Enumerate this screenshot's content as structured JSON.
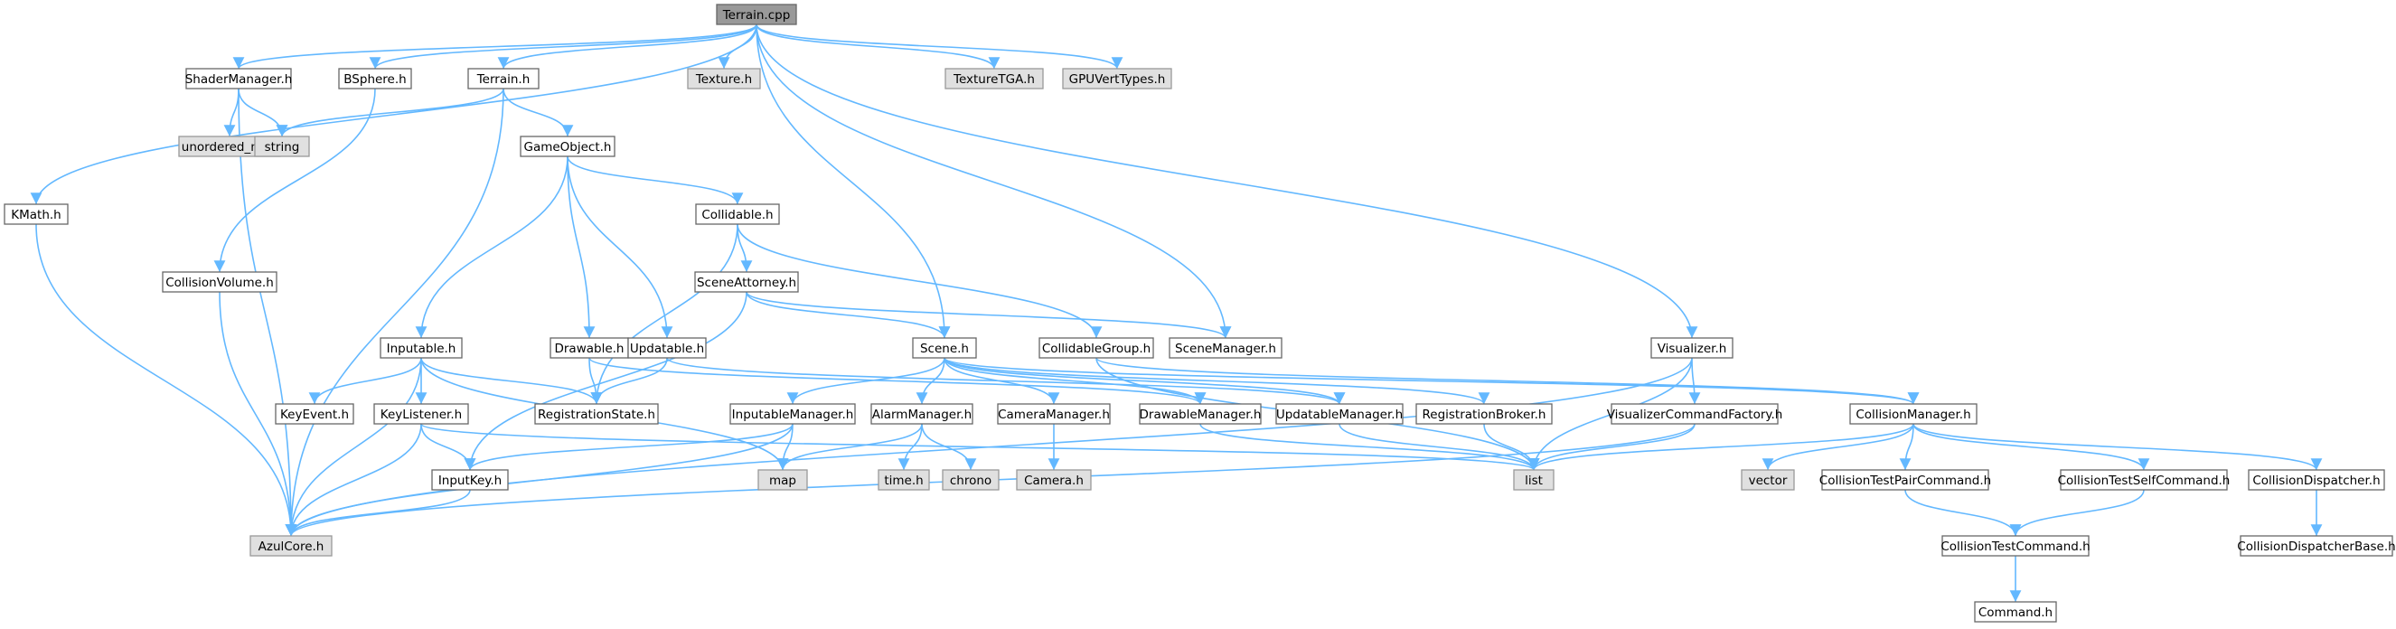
{
  "graph": {
    "nodes": [
      {
        "id": "terrain_cpp",
        "label": "Terrain.cpp",
        "kind": "root"
      },
      {
        "id": "shadermanager_h",
        "label": "ShaderManager.h",
        "kind": "local"
      },
      {
        "id": "bsphere_h",
        "label": "BSphere.h",
        "kind": "local"
      },
      {
        "id": "terrain_h",
        "label": "Terrain.h",
        "kind": "local"
      },
      {
        "id": "texture_h",
        "label": "Texture.h",
        "kind": "system"
      },
      {
        "id": "texturetga_h",
        "label": "TextureTGA.h",
        "kind": "system"
      },
      {
        "id": "gpuverttypes_h",
        "label": "GPUVertTypes.h",
        "kind": "system"
      },
      {
        "id": "unordered_map",
        "label": "unordered_map",
        "kind": "system"
      },
      {
        "id": "string",
        "label": "string",
        "kind": "system"
      },
      {
        "id": "gameobject_h",
        "label": "GameObject.h",
        "kind": "local"
      },
      {
        "id": "kmath_h",
        "label": "KMath.h",
        "kind": "local"
      },
      {
        "id": "collidable_h",
        "label": "Collidable.h",
        "kind": "local"
      },
      {
        "id": "collisionvolume_h",
        "label": "CollisionVolume.h",
        "kind": "local"
      },
      {
        "id": "sceneattorney_h",
        "label": "SceneAttorney.h",
        "kind": "local"
      },
      {
        "id": "inputable_h",
        "label": "Inputable.h",
        "kind": "local"
      },
      {
        "id": "drawable_h",
        "label": "Drawable.h",
        "kind": "local"
      },
      {
        "id": "updatable_h",
        "label": "Updatable.h",
        "kind": "local"
      },
      {
        "id": "scene_h",
        "label": "Scene.h",
        "kind": "local"
      },
      {
        "id": "collidablegroup_h",
        "label": "CollidableGroup.h",
        "kind": "local"
      },
      {
        "id": "scenemanager_h",
        "label": "SceneManager.h",
        "kind": "local"
      },
      {
        "id": "visualizer_h",
        "label": "Visualizer.h",
        "kind": "local"
      },
      {
        "id": "keyevent_h",
        "label": "KeyEvent.h",
        "kind": "local"
      },
      {
        "id": "keylistener_h",
        "label": "KeyListener.h",
        "kind": "local"
      },
      {
        "id": "registrationstate_h",
        "label": "RegistrationState.h",
        "kind": "local"
      },
      {
        "id": "inputablemanager_h",
        "label": "InputableManager.h",
        "kind": "local"
      },
      {
        "id": "alarmmanager_h",
        "label": "AlarmManager.h",
        "kind": "local"
      },
      {
        "id": "cameramanager_h",
        "label": "CameraManager.h",
        "kind": "local"
      },
      {
        "id": "drawablemanager_h",
        "label": "DrawableManager.h",
        "kind": "local"
      },
      {
        "id": "updatablemanager_h",
        "label": "UpdatableManager.h",
        "kind": "local"
      },
      {
        "id": "registrationbroker_h",
        "label": "RegistrationBroker.h",
        "kind": "local"
      },
      {
        "id": "visualizercommandfactory_h",
        "label": "VisualizerCommandFactory.h",
        "kind": "local"
      },
      {
        "id": "collisionmanager_h",
        "label": "CollisionManager.h",
        "kind": "local"
      },
      {
        "id": "inputkey_h",
        "label": "InputKey.h",
        "kind": "local"
      },
      {
        "id": "map",
        "label": "map",
        "kind": "system"
      },
      {
        "id": "time_h",
        "label": "time.h",
        "kind": "system"
      },
      {
        "id": "chrono",
        "label": "chrono",
        "kind": "system"
      },
      {
        "id": "camera_h",
        "label": "Camera.h",
        "kind": "system"
      },
      {
        "id": "list",
        "label": "list",
        "kind": "system"
      },
      {
        "id": "vector",
        "label": "vector",
        "kind": "system"
      },
      {
        "id": "collisiontestpaircommand_h",
        "label": "CollisionTestPairCommand.h",
        "kind": "local"
      },
      {
        "id": "collisiontestselfcommand_h",
        "label": "CollisionTestSelfCommand.h",
        "kind": "local"
      },
      {
        "id": "collisiondispatcher_h",
        "label": "CollisionDispatcher.h",
        "kind": "local"
      },
      {
        "id": "azulcore_h",
        "label": "AzulCore.h",
        "kind": "system"
      },
      {
        "id": "collisiontestcommand_h",
        "label": "CollisionTestCommand.h",
        "kind": "local"
      },
      {
        "id": "collisiondispatcherbase_h",
        "label": "CollisionDispatcherBase.h",
        "kind": "local"
      },
      {
        "id": "command_h",
        "label": "Command.h",
        "kind": "local"
      }
    ],
    "edges": [
      [
        "terrain_cpp",
        "shadermanager_h"
      ],
      [
        "terrain_cpp",
        "bsphere_h"
      ],
      [
        "terrain_cpp",
        "terrain_h"
      ],
      [
        "terrain_cpp",
        "texture_h"
      ],
      [
        "terrain_cpp",
        "texturetga_h"
      ],
      [
        "terrain_cpp",
        "gpuverttypes_h"
      ],
      [
        "terrain_cpp",
        "kmath_h"
      ],
      [
        "terrain_cpp",
        "scene_h"
      ],
      [
        "terrain_cpp",
        "scenemanager_h"
      ],
      [
        "terrain_cpp",
        "visualizer_h"
      ],
      [
        "shadermanager_h",
        "unordered_map"
      ],
      [
        "shadermanager_h",
        "string"
      ],
      [
        "shadermanager_h",
        "azulcore_h"
      ],
      [
        "bsphere_h",
        "collisionvolume_h"
      ],
      [
        "terrain_h",
        "string"
      ],
      [
        "terrain_h",
        "gameobject_h"
      ],
      [
        "terrain_h",
        "azulcore_h"
      ],
      [
        "kmath_h",
        "azulcore_h"
      ],
      [
        "collisionvolume_h",
        "azulcore_h"
      ],
      [
        "gameobject_h",
        "collidable_h"
      ],
      [
        "gameobject_h",
        "inputable_h"
      ],
      [
        "gameobject_h",
        "drawable_h"
      ],
      [
        "gameobject_h",
        "updatable_h"
      ],
      [
        "collidable_h",
        "sceneattorney_h"
      ],
      [
        "collidable_h",
        "collidablegroup_h"
      ],
      [
        "collidable_h",
        "registrationstate_h"
      ],
      [
        "sceneattorney_h",
        "scene_h"
      ],
      [
        "sceneattorney_h",
        "scenemanager_h"
      ],
      [
        "sceneattorney_h",
        "inputkey_h"
      ],
      [
        "inputable_h",
        "keyevent_h"
      ],
      [
        "inputable_h",
        "keylistener_h"
      ],
      [
        "inputable_h",
        "registrationstate_h"
      ],
      [
        "inputable_h",
        "map"
      ],
      [
        "inputable_h",
        "azulcore_h"
      ],
      [
        "drawable_h",
        "registrationstate_h"
      ],
      [
        "drawable_h",
        "drawablemanager_h"
      ],
      [
        "updatable_h",
        "registrationstate_h"
      ],
      [
        "updatable_h",
        "updatablemanager_h"
      ],
      [
        "keylistener_h",
        "inputkey_h"
      ],
      [
        "keylistener_h",
        "azulcore_h"
      ],
      [
        "keylistener_h",
        "list"
      ],
      [
        "scene_h",
        "inputablemanager_h"
      ],
      [
        "scene_h",
        "alarmmanager_h"
      ],
      [
        "scene_h",
        "cameramanager_h"
      ],
      [
        "scene_h",
        "drawablemanager_h"
      ],
      [
        "scene_h",
        "updatablemanager_h"
      ],
      [
        "scene_h",
        "registrationbroker_h"
      ],
      [
        "scene_h",
        "collisionmanager_h"
      ],
      [
        "collidablegroup_h",
        "list"
      ],
      [
        "collidablegroup_h",
        "collisionmanager_h"
      ],
      [
        "inputablemanager_h",
        "inputkey_h"
      ],
      [
        "inputablemanager_h",
        "map"
      ],
      [
        "inputablemanager_h",
        "azulcore_h"
      ],
      [
        "alarmmanager_h",
        "map"
      ],
      [
        "alarmmanager_h",
        "time_h"
      ],
      [
        "alarmmanager_h",
        "chrono"
      ],
      [
        "cameramanager_h",
        "camera_h"
      ],
      [
        "drawablemanager_h",
        "list"
      ],
      [
        "updatablemanager_h",
        "list"
      ],
      [
        "registrationbroker_h",
        "list"
      ],
      [
        "inputkey_h",
        "azulcore_h"
      ],
      [
        "visualizer_h",
        "visualizercommandfactory_h"
      ],
      [
        "visualizer_h",
        "list"
      ],
      [
        "visualizer_h",
        "azulcore_h"
      ],
      [
        "visualizercommandfactory_h",
        "list"
      ],
      [
        "visualizercommandfactory_h",
        "azulcore_h"
      ],
      [
        "collisionmanager_h",
        "list"
      ],
      [
        "collisionmanager_h",
        "vector"
      ],
      [
        "collisionmanager_h",
        "collisiontestpaircommand_h"
      ],
      [
        "collisionmanager_h",
        "collisiontestselfcommand_h"
      ],
      [
        "collisionmanager_h",
        "collisiondispatcher_h"
      ],
      [
        "collisiontestpaircommand_h",
        "collisiontestcommand_h"
      ],
      [
        "collisiontestselfcommand_h",
        "collisiontestcommand_h"
      ],
      [
        "collisiondispatcher_h",
        "collisiondispatcherbase_h"
      ],
      [
        "collisiontestcommand_h",
        "command_h"
      ]
    ]
  }
}
